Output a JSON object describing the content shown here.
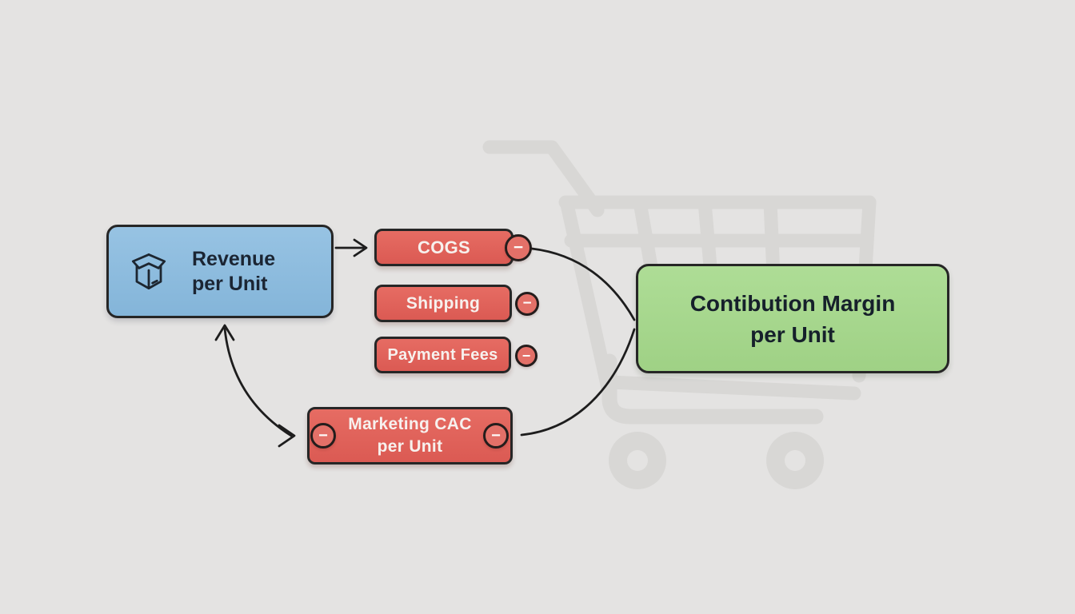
{
  "diagram": {
    "background_color": "#e4e3e2",
    "connector_color": "#1d1d1d",
    "watermark_color": "#d8d7d5",
    "operator_minus": "−",
    "nodes": {
      "revenue": {
        "lines": [
          "Revenue",
          "per Unit"
        ],
        "fill": "#8fbddf",
        "icon": "open-box-icon"
      },
      "cogs": {
        "label": "COGS",
        "fill": "#e0635c"
      },
      "shipping": {
        "label": "Shipping",
        "fill": "#e0635c"
      },
      "payment_fees": {
        "label": "Payment Fees",
        "fill": "#e0635c"
      },
      "marketing_cac": {
        "lines": [
          "Marketing CAC",
          "per Unit"
        ],
        "fill": "#e0635c"
      },
      "contribution_margin": {
        "lines": [
          "Contibution Margin",
          "per Unit"
        ],
        "fill": "#a7d88f"
      }
    },
    "watermark": "shopping-cart"
  }
}
